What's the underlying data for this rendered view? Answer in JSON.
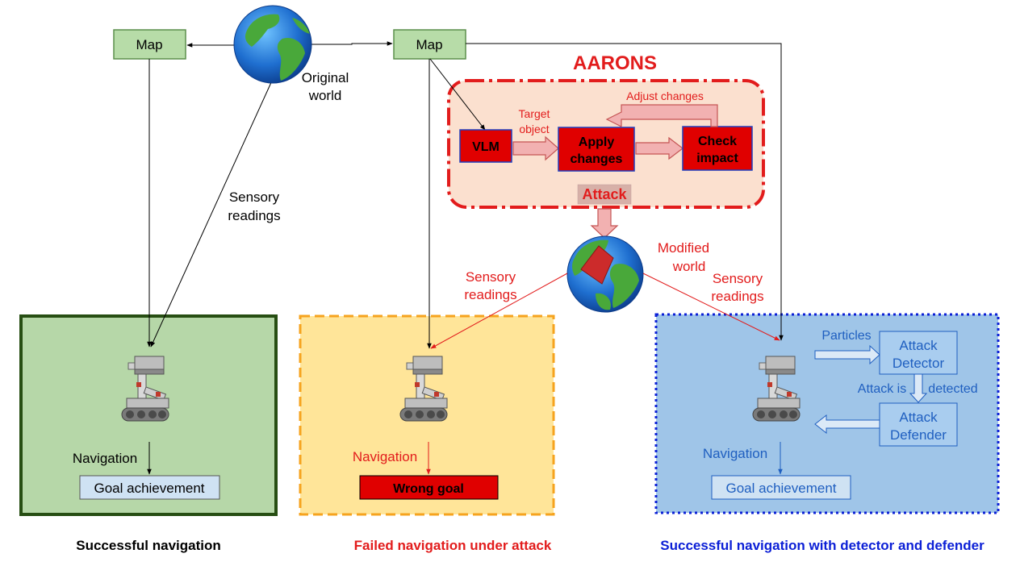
{
  "colors": {
    "map_fill": "#b7dca8",
    "map_stroke": "#5c8f4c",
    "panel_green_fill": "#b6d7a8",
    "panel_green_stroke": "#274e13",
    "panel_yellow_fill": "#ffe599",
    "panel_yellow_stroke": "#f6a31e",
    "panel_blue_fill": "#9fc5e8",
    "panel_blue_stroke": "#0b1fd6",
    "aarons_fill": "#fbe0cf",
    "aarons_stroke": "#e21c1c",
    "red": "#e21c1c",
    "block_red": "#e00000",
    "block_stroke": "#1f3dbd",
    "pink_arrow_fill": "#f2b1b1",
    "pink_arrow_stroke": "#c55555",
    "blue_text": "#1f5fc0",
    "goal_box_fill": "#cfe2f3",
    "detector_box_fill": "#a9cdef",
    "caption_blue": "#0b1fd6"
  },
  "icons": {
    "globe": "earth-globe-icon",
    "modified_globe": "modified-earth-globe-icon",
    "robot": "robot-icon"
  },
  "left_map_label": "Map",
  "center_map_label": "Map",
  "original_world_line1": "Original",
  "original_world_line2": "world",
  "sensory_left_line1": "Sensory",
  "sensory_left_line2": "readings",
  "aarons": {
    "title": "AARONS",
    "vlm": "VLM",
    "target_object_line1": "Target",
    "target_object_line2": "object",
    "apply_line1": "Apply",
    "apply_line2": "changes",
    "check_line1": "Check",
    "check_line2": "impact",
    "adjust_changes": "Adjust changes",
    "attack": "Attack"
  },
  "modified_world_line1": "Modified",
  "modified_world_line2": "world",
  "sensory_mid_line1": "Sensory",
  "sensory_mid_line2": "readings",
  "sensory_right_line1": "Sensory",
  "sensory_right_line2": "readings",
  "panel_left": {
    "navigation": "Navigation",
    "goal": "Goal achievement",
    "caption": "Successful navigation"
  },
  "panel_mid": {
    "navigation": "Navigation",
    "goal": "Wrong goal",
    "caption": "Failed navigation under attack"
  },
  "panel_right": {
    "particles": "Particles",
    "detector_line1": "Attack",
    "detector_line2": "Detector",
    "attack_is": "Attack is",
    "detected": "detected",
    "defender_line1": "Attack",
    "defender_line2": "Defender",
    "navigation": "Navigation",
    "goal": "Goal achievement",
    "caption": "Successful navigation with detector and defender"
  }
}
